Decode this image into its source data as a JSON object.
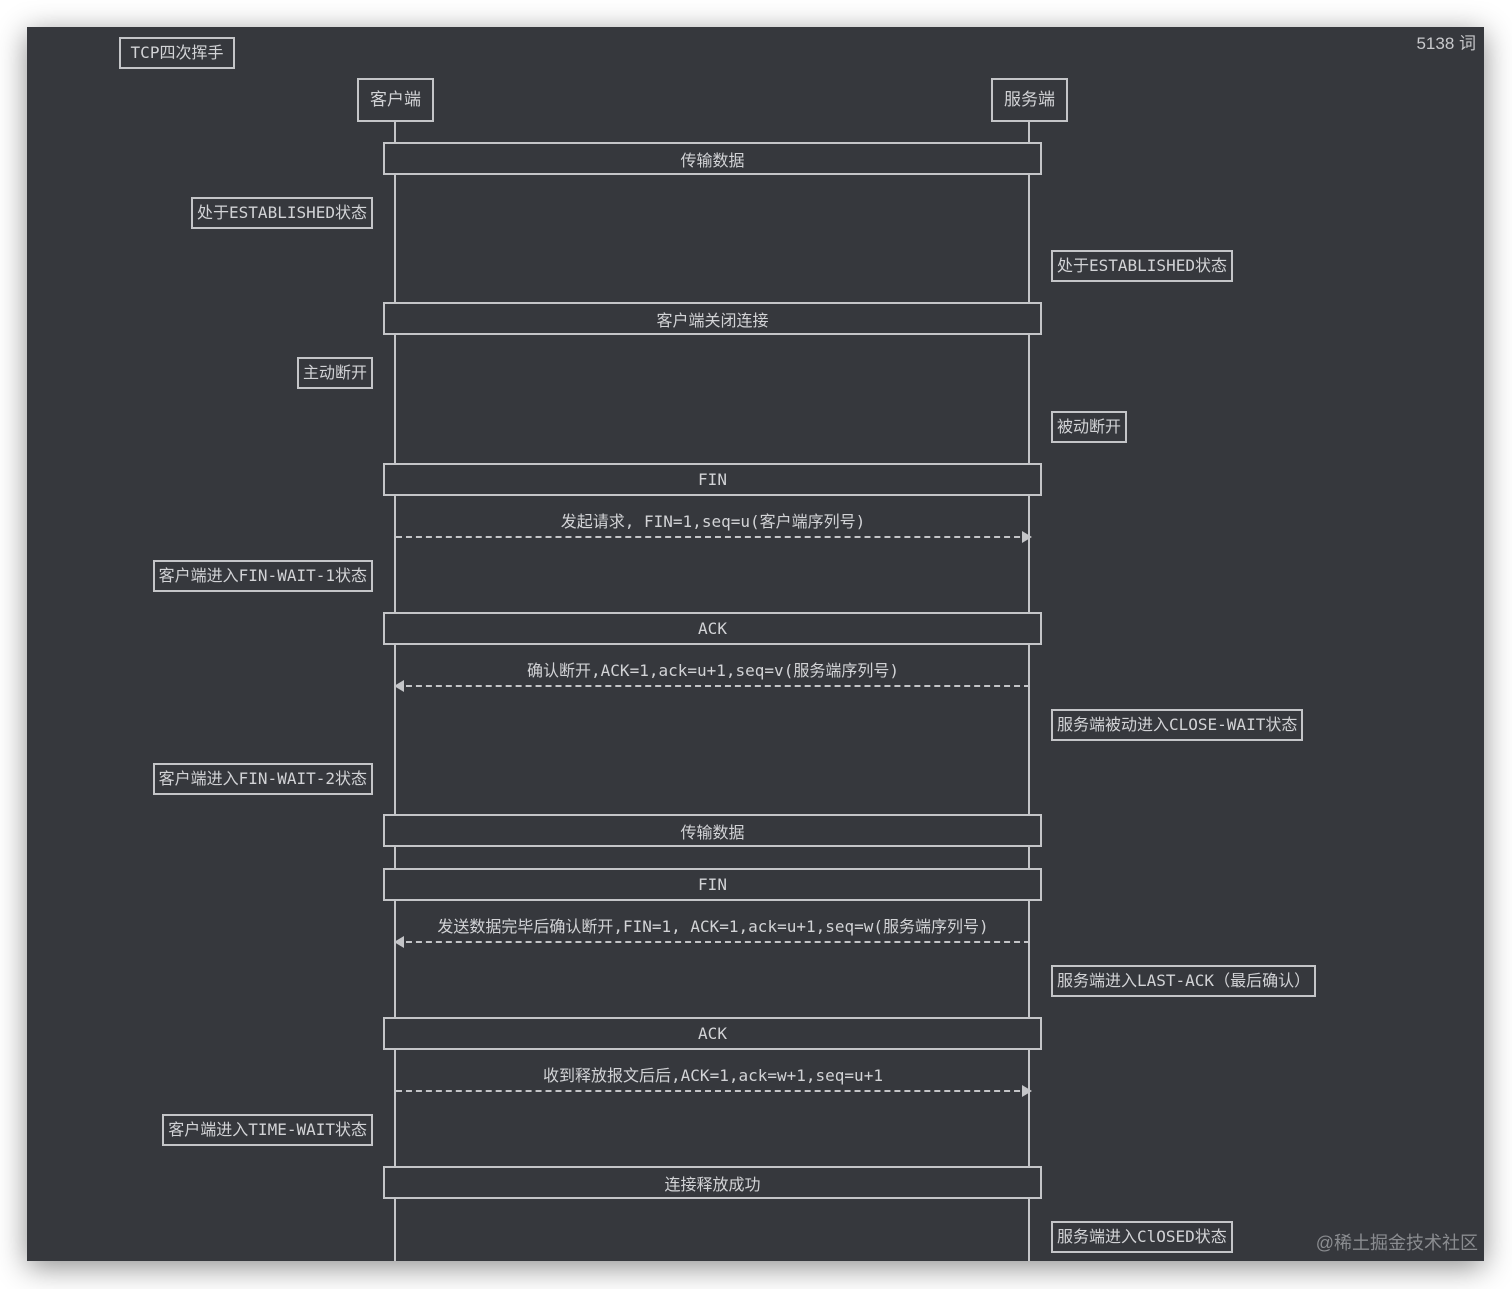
{
  "word_count": "5138 词",
  "diagram": {
    "title": "TCP四次挥手",
    "participants": {
      "client": "客户端",
      "server": "服务端"
    },
    "bars": [
      "传输数据",
      "客户端关闭连接",
      "FIN",
      "ACK",
      "传输数据",
      "FIN",
      "ACK",
      "连接释放成功"
    ],
    "messages": [
      {
        "label": "发起请求, FIN=1,seq=u(客户端序列号)",
        "direction": "client-to-server"
      },
      {
        "label": "确认断开,ACK=1,ack=u+1,seq=v(服务端序列号)",
        "direction": "server-to-client"
      },
      {
        "label": "发送数据完毕后确认断开,FIN=1, ACK=1,ack=u+1,seq=w(服务端序列号)",
        "direction": "server-to-client"
      },
      {
        "label": "收到释放报文后后,ACK=1,ack=w+1,seq=u+1",
        "direction": "client-to-server"
      }
    ],
    "client_notes": [
      "处于ESTABLISHED状态",
      "主动断开",
      "客户端进入FIN-WAIT-1状态",
      "客户端进入FIN-WAIT-2状态",
      "客户端进入TIME-WAIT状态"
    ],
    "server_notes": [
      "处于ESTABLISHED状态",
      "被动断开",
      "服务端被动进入CLOSE-WAIT状态",
      "服务端进入LAST-ACK（最后确认）",
      "服务端进入ClOSED状态"
    ]
  },
  "watermark": "@稀土掘金技术社区"
}
